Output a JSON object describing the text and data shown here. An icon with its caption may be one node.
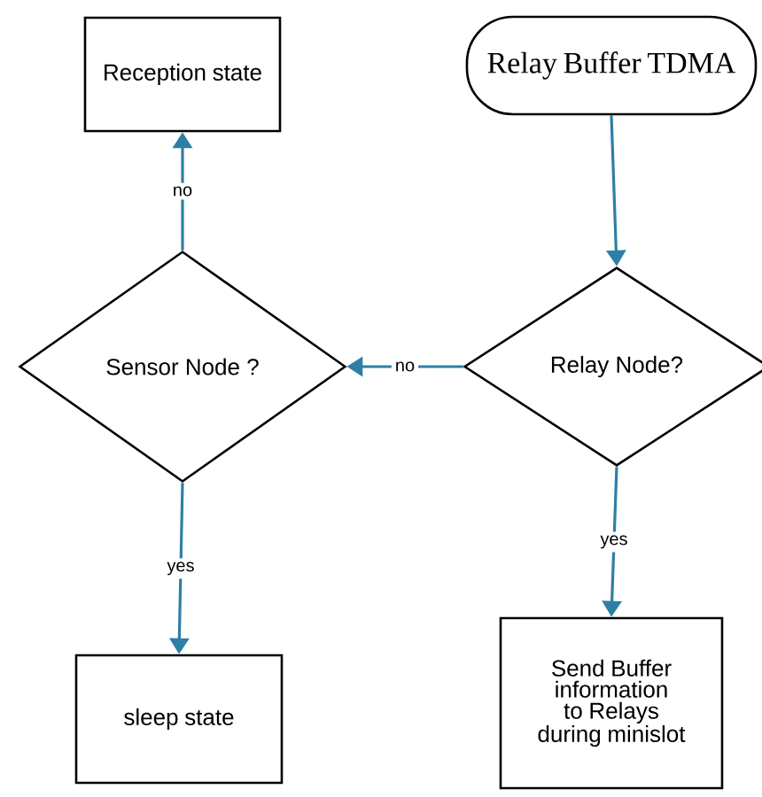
{
  "diagram": {
    "nodes": [
      {
        "text": [
          "Reception state"
        ]
      },
      {
        "text": [
          "Relay Buffer TDMA"
        ]
      },
      {
        "text": [
          "Sensor Node  ?"
        ]
      },
      {
        "text": [
          "Relay Node?"
        ]
      },
      {
        "text": [
          "sleep state"
        ]
      },
      {
        "text": [
          "Send Buffer information to Relays during minislot"
        ]
      }
    ],
    "edges": [
      {
        "from": 1,
        "to": 3,
        "arrow": "to"
      },
      {
        "from": 3,
        "to": 2,
        "arrow": "to",
        "label": "no"
      },
      {
        "from": 2,
        "to": 0,
        "arrow": "to",
        "label": "no"
      },
      {
        "from": 2,
        "to": 4,
        "arrow": "to",
        "label": "yes"
      },
      {
        "from": 3,
        "to": 5,
        "arrow": "to",
        "label": "yes"
      }
    ]
  }
}
